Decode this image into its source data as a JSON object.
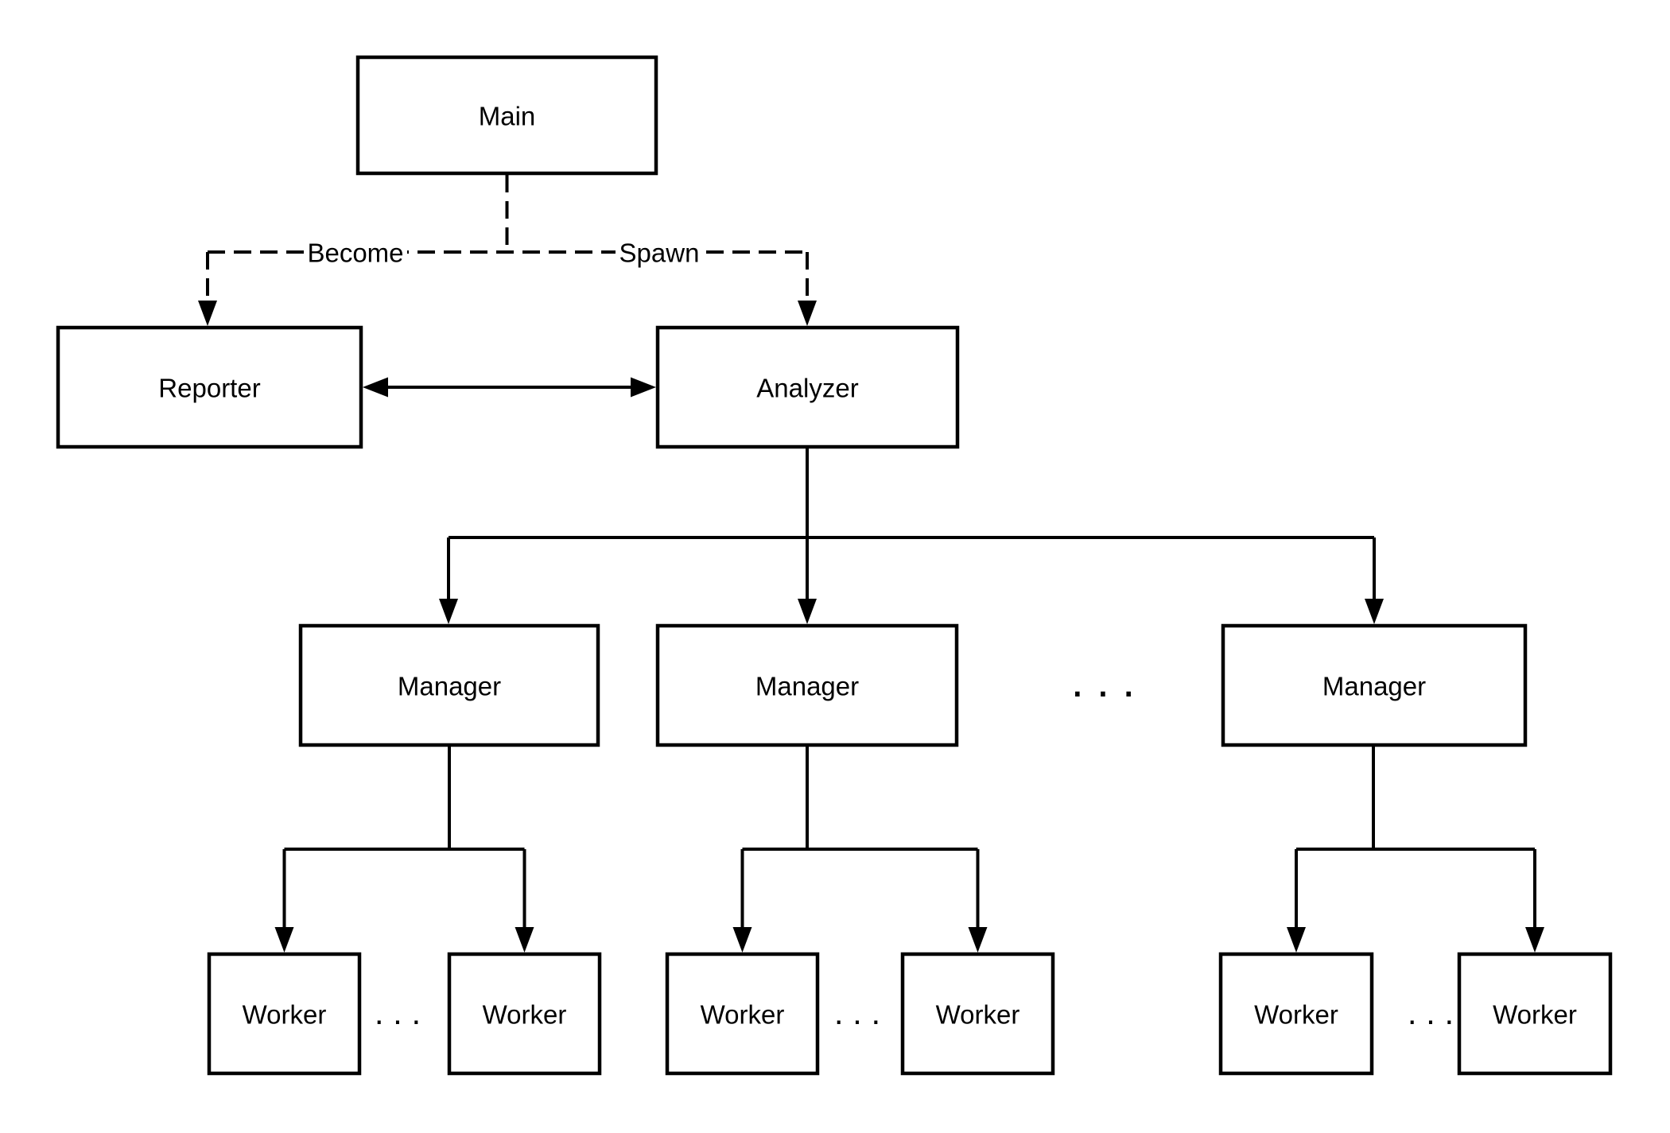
{
  "diagram": {
    "colors": {
      "background": "#ffffff",
      "stroke": "#000000",
      "text": "#000000"
    },
    "nodes": {
      "main": {
        "label": "Main"
      },
      "reporter": {
        "label": "Reporter"
      },
      "analyzer": {
        "label": "Analyzer"
      },
      "manager_1": {
        "label": "Manager"
      },
      "manager_2": {
        "label": "Manager"
      },
      "manager_3": {
        "label": "Manager"
      },
      "worker_1": {
        "label": "Worker"
      },
      "worker_2": {
        "label": "Worker"
      },
      "worker_3": {
        "label": "Worker"
      },
      "worker_4": {
        "label": "Worker"
      },
      "worker_5": {
        "label": "Worker"
      },
      "worker_6": {
        "label": "Worker"
      }
    },
    "edge_labels": {
      "become": "Become",
      "spawn": "Spawn"
    },
    "ellipsis": ". . ."
  }
}
